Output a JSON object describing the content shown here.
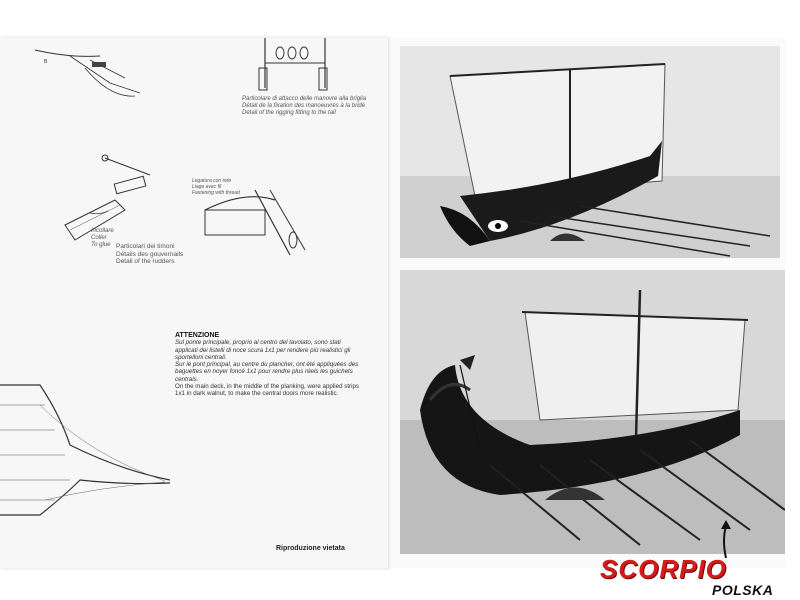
{
  "left_page": {
    "caption_rigging": {
      "it": "Particolare di attacco delle manovre alla briglia",
      "fr": "Détail de la fixation des manoeuvres à la bride",
      "en": "Detail of the rigging fitting to the tail"
    },
    "caption_lashing": {
      "it": "Legatura con refe",
      "fr": "Liage avec fil",
      "en": "Fastening with thread"
    },
    "caption_glue": {
      "it": "Incollare",
      "fr": "Coller",
      "en": "To glue"
    },
    "caption_rudders": {
      "it": "Particolari dei timoni",
      "fr": "Détails des gouvernails",
      "en": "Detail of the rudders"
    },
    "notice": {
      "title": "ATTENZIONE",
      "it": "Sul ponte principale, proprio al centro del tavolato, sono stati applicati dei listelli di noce scura 1x1 per rendere più realistici gli sportelloni centrali.",
      "fr": "Sur le pont principal, au centre du plancher, ont été appliquées des baguettes en noyer foncé 1x1 pour rendre plus réels les guichets centrals.",
      "en": "On the main deck, in the middle of the planking, were applied strips 1x1 in dark walnut, to make the central doors more realistic."
    },
    "footer": "Riproduzione vietata"
  },
  "logo": {
    "main": "SCORPIO",
    "sub": "POLSKA",
    "color": "#d21c1c"
  }
}
